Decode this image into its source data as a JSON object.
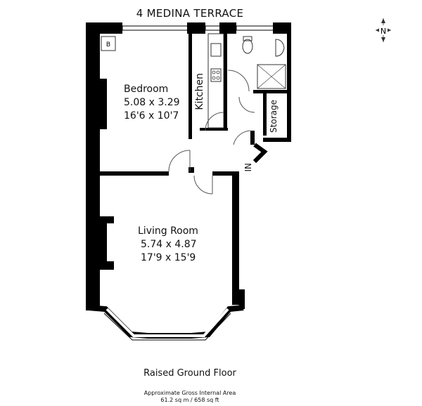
{
  "title": "4 MEDINA TERRACE",
  "compass_label": "N",
  "rooms": {
    "bedroom": {
      "name": "Bedroom",
      "metric": "5.08 x 3.29",
      "imperial": "16'6 x 10'7"
    },
    "living": {
      "name": "Living Room",
      "metric": "5.74 x 4.87",
      "imperial": "17'9 x 15'9"
    },
    "kitchen": {
      "name": "Kitchen"
    },
    "storage": {
      "name": "Storage"
    }
  },
  "entrance_label": "IN",
  "boiler_label": "B",
  "floor_label": "Raised Ground Floor",
  "area": {
    "line1": "Approximate Gross Internal Area",
    "line2": "61.2 sq m / 658 sq ft"
  }
}
